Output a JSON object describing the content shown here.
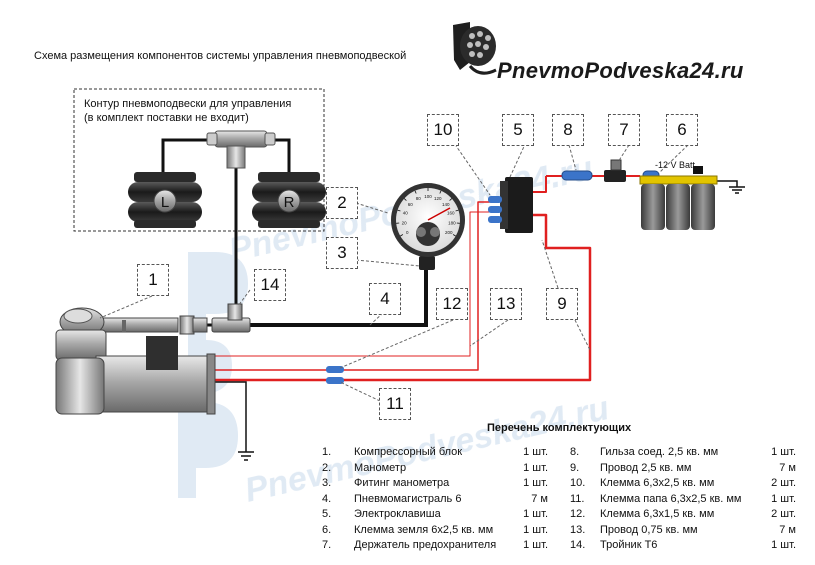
{
  "header": {
    "title": "Схема размещения компонентов системы управления пневмоподвеской",
    "brand": "PnevmoPodveska24.ru"
  },
  "watermark": {
    "text": "PnevmoPodveska24.ru"
  },
  "contour": {
    "line1": "Контур пневмоподвески для управления",
    "line2": "(в комплект поставки не входит)",
    "bag_left": "L",
    "bag_right": "R"
  },
  "battery": {
    "label": "-12 V Batt"
  },
  "gauge": {
    "ticks": [
      "0",
      "20",
      "40",
      "60",
      "80",
      "100",
      "120",
      "140",
      "160",
      "180",
      "200"
    ]
  },
  "callouts": [
    "1",
    "2",
    "3",
    "4",
    "5",
    "6",
    "7",
    "8",
    "9",
    "10",
    "11",
    "12",
    "13",
    "14"
  ],
  "parts": {
    "title": "Перечень комплектующих",
    "left": [
      {
        "num": "1.",
        "name": "Компрессорный блок",
        "qty": "1 шт."
      },
      {
        "num": "2.",
        "name": "Манометр",
        "qty": "1 шт."
      },
      {
        "num": "3.",
        "name": "Фитинг манометра",
        "qty": "1 шт."
      },
      {
        "num": "4.",
        "name": "Пневмомагистраль 6",
        "qty": "7 м"
      },
      {
        "num": "5.",
        "name": "Электроклавиша",
        "qty": "1 шт."
      },
      {
        "num": "6.",
        "name": "Клемма земля 6х2,5 кв. мм",
        "qty": "1 шт."
      },
      {
        "num": "7.",
        "name": "Держатель предохранителя",
        "qty": "1 шт."
      }
    ],
    "right": [
      {
        "num": "8.",
        "name": "Гильза соед. 2,5 кв. мм",
        "qty": "1 шт."
      },
      {
        "num": "9.",
        "name": "Провод 2,5 кв. мм",
        "qty": "7 м"
      },
      {
        "num": "10.",
        "name": "Клемма 6,3х2,5 кв. мм",
        "qty": "2 шт."
      },
      {
        "num": "11.",
        "name": "Клемма папа 6,3х2,5 кв. мм",
        "qty": "1 шт."
      },
      {
        "num": "12.",
        "name": "Клемма 6,3х1,5 кв. мм",
        "qty": "2 шт."
      },
      {
        "num": "13.",
        "name": "Провод 0,75 кв. мм",
        "qty": "7 м"
      },
      {
        "num": "14.",
        "name": "Тройник Т6",
        "qty": "1 шт."
      }
    ]
  }
}
